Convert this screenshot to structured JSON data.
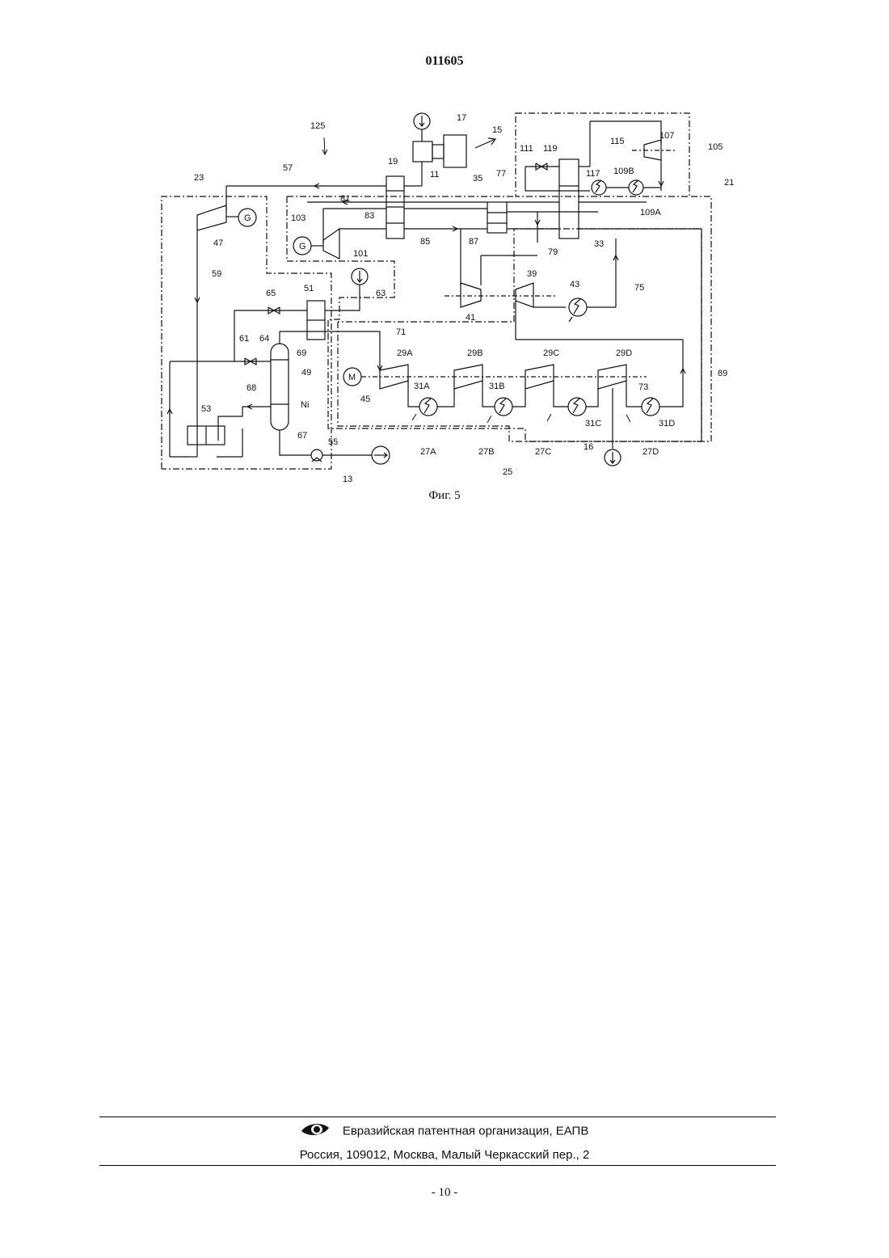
{
  "header": {
    "doc_number": "011605"
  },
  "figure": {
    "caption": "Фиг. 5",
    "labels": {
      "l125": "125",
      "l17": "17",
      "l15": "15",
      "l19": "19",
      "l11": "11",
      "l57": "57",
      "l23": "23",
      "l47": "47",
      "l59": "59",
      "l103": "103",
      "l101": "101",
      "l81": "81",
      "l83": "83",
      "l85": "85",
      "l87": "87",
      "l35": "35",
      "l77": "77",
      "l79": "79",
      "l33": "33",
      "l21": "21",
      "l105": "105",
      "l107": "107",
      "l115": "115",
      "l111": "111",
      "l119": "119",
      "l117": "117",
      "l109B": "109B",
      "l109A": "109A",
      "l39": "39",
      "l41": "41",
      "l43": "43",
      "l75": "75",
      "l51": "51",
      "l63": "63",
      "l65": "65",
      "l61": "61",
      "l64": "64",
      "l69": "69",
      "l71": "71",
      "l49": "49",
      "l68": "68",
      "lNi": "Ni",
      "l53": "53",
      "l67": "67",
      "l55": "55",
      "l13": "13",
      "l29A": "29A",
      "l29B": "29B",
      "l29C": "29C",
      "l29D": "29D",
      "l45": "45",
      "l31A": "31A",
      "l31B": "31B",
      "l31C": "31C",
      "l31D": "31D",
      "l73": "73",
      "l27A": "27A",
      "l27B": "27B",
      "l27C": "27C",
      "l27D": "27D",
      "l16": "16",
      "l25": "25",
      "l89": "89",
      "gen_a": "G",
      "gen_b": "G",
      "motor": "M"
    }
  },
  "footer": {
    "org": "Евразийская патентная организация, ЕАПВ",
    "address": "Россия, 109012, Москва, Малый Черкасский пер., 2",
    "page": "- 10 -"
  }
}
